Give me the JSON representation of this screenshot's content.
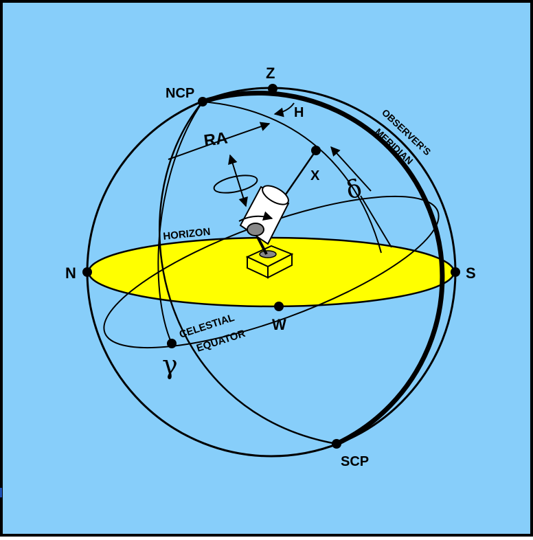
{
  "colors": {
    "background": "#87CEFA",
    "horizon_plane": "#FFFF00",
    "border": "#000000",
    "corner_mark": "#1E50B4"
  },
  "labels": {
    "zenith": "Z",
    "ncp": "NCP",
    "scp": "SCP",
    "north": "N",
    "south": "S",
    "west": "W",
    "hour_angle": "H",
    "right_ascension": "RA",
    "star": "X",
    "declination": "δ",
    "vernal_equinox": "γ",
    "horizon": "HORIZON",
    "celestial": "CELESTIAL",
    "equator": "EQUATOR",
    "observers": "OBSERVER'S",
    "meridian": "MERIDIAN"
  }
}
